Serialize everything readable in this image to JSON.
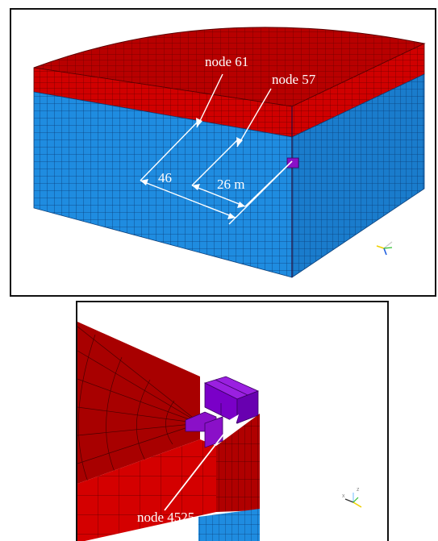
{
  "top_view": {
    "labels": {
      "node_a": "node 61",
      "node_b": "node 57",
      "dim_a": "46",
      "dim_b": "26 m"
    }
  },
  "detail_view": {
    "labels": {
      "node_c": "node 4525"
    }
  },
  "colors": {
    "upper_layer": "#c00000",
    "lower_layer": "#1f8ce0",
    "highlight_element": "#8a10c8",
    "annotation": "#ffffff"
  },
  "icons": {
    "triad_top": "axis-triad-icon",
    "triad_detail": "axis-triad-icon"
  }
}
